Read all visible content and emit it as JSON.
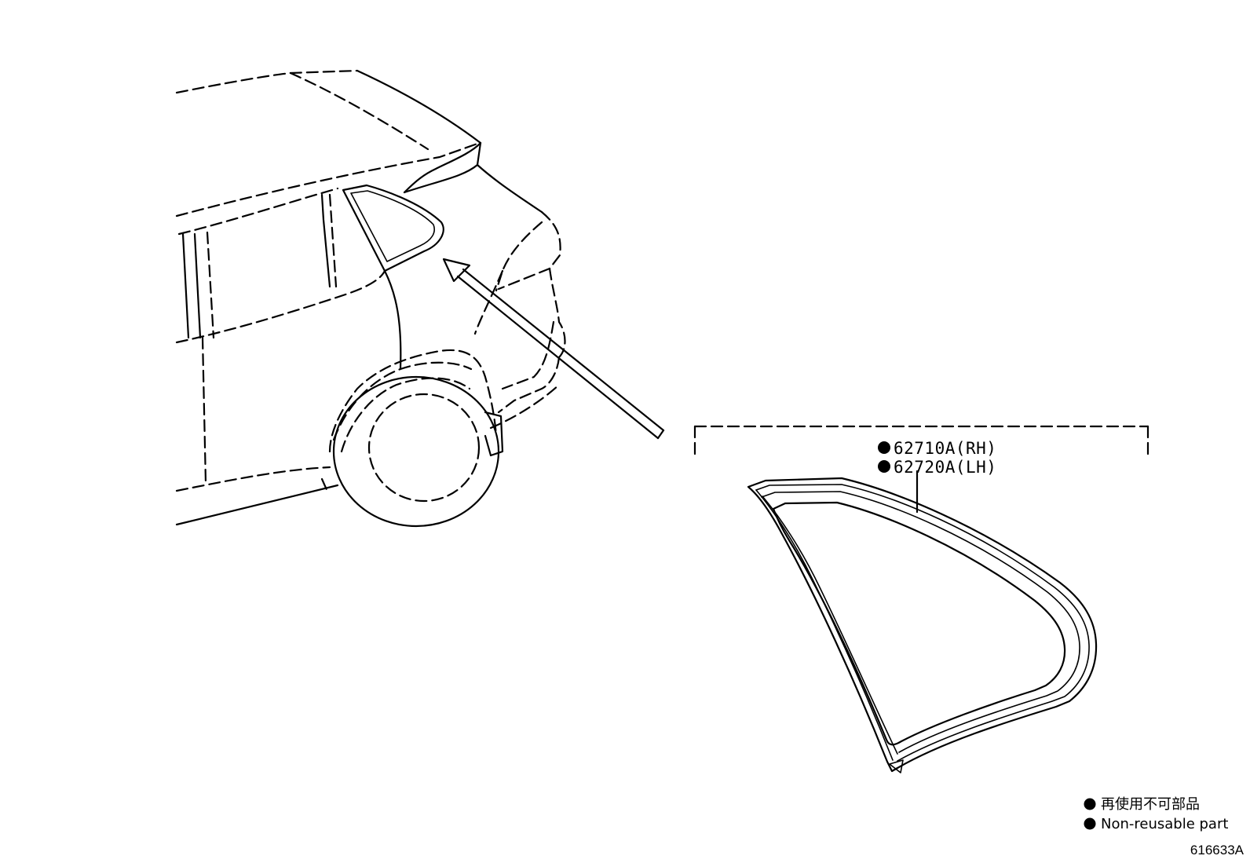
{
  "callout": {
    "parts": [
      {
        "marker": "●",
        "label": "62710A(RH)"
      },
      {
        "marker": "●",
        "label": "62720A(LH)"
      }
    ]
  },
  "legend": {
    "marker": "●",
    "line_jp": "再使用不可部品",
    "line_en": "Non-reusable part"
  },
  "figure_id": "616633A"
}
